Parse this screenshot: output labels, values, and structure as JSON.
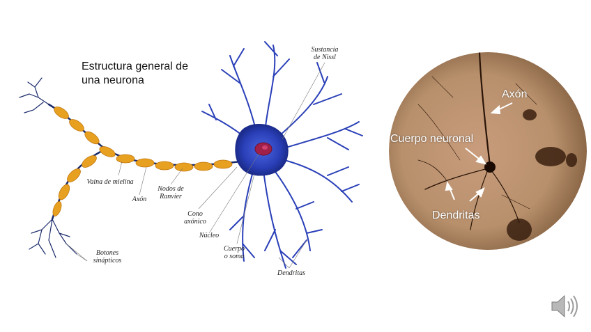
{
  "diagram": {
    "title_line1": "Estructura general de",
    "title_line2": "una neurona",
    "labels": {
      "sustancia_l1": "Sustancia",
      "sustancia_l2": "de Nissl",
      "vaina": "Vaina de mielina",
      "axon": "Axón",
      "nodos_l1": "Nodos de",
      "nodos_l2": "Ranvier",
      "cono_l1": "Cono",
      "cono_l2": "axónico",
      "nucleo": "Núcleo",
      "cuerpo_l1": "Cuerpo",
      "cuerpo_l2": "o soma",
      "dendritas": "Dendritas",
      "botones_l1": "Botones",
      "botones_l2": "sinápticos"
    }
  },
  "micrograph": {
    "axon": "Axón",
    "cuerpo": "Cuerpo neuronal",
    "dendritas": "Dendritas"
  },
  "colors": {
    "soma": "#2a3fb8",
    "nucleus": "#a0204a",
    "myelin": "#e8a020",
    "axon": "#1a2a6a",
    "micro_bg": "#c8a080"
  },
  "icons": {
    "speaker": "speaker-icon"
  }
}
